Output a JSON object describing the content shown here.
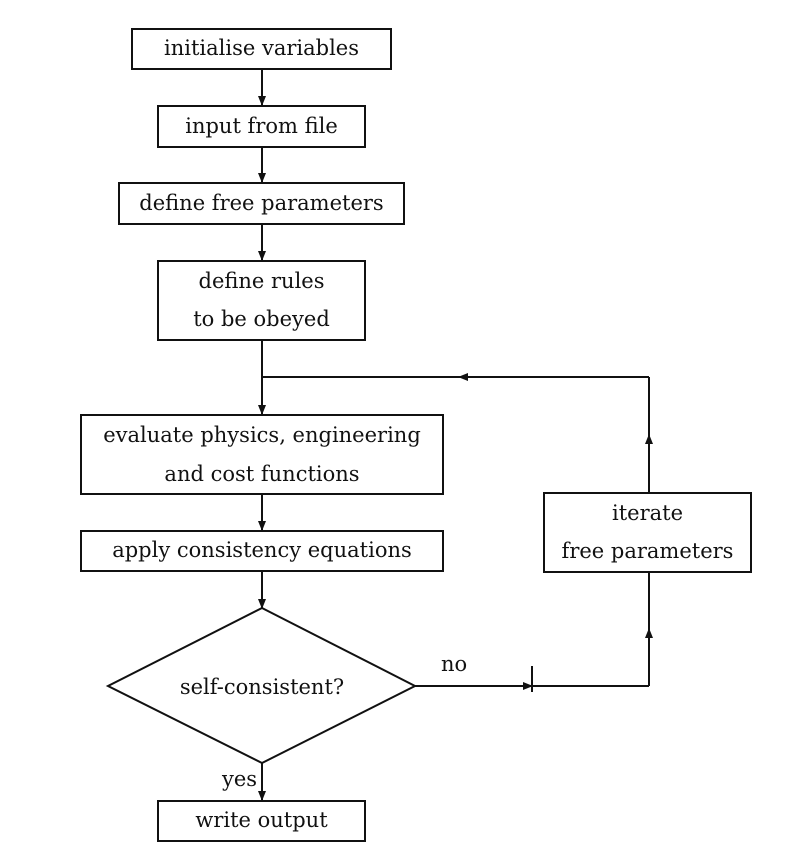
{
  "steps": {
    "init": "initialise variables",
    "input": "input from file",
    "free_params": "define free parameters",
    "rules": [
      "define rules",
      "to be obeyed"
    ],
    "evaluate": [
      "evaluate physics, engineering",
      "and cost functions"
    ],
    "consistency": "apply consistency equations",
    "decision": "self-consistent?",
    "output": "write output",
    "iterate": [
      "iterate",
      "free parameters"
    ]
  },
  "branches": {
    "no": "no",
    "yes": "yes"
  }
}
